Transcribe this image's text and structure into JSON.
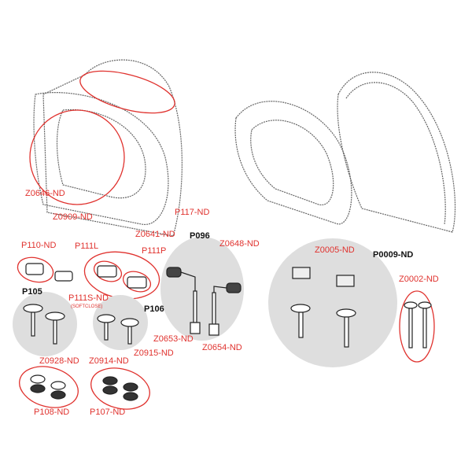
{
  "colors": {
    "accent": "#e0322e",
    "group_fill": "#dedede",
    "line": "#555555"
  },
  "labels": {
    "p117": "P117-ND",
    "z0641": "Z0641-ND",
    "z0646": "Z0646-ND",
    "z0909": "Z0909-ND",
    "p110": "P110-ND",
    "p111l": "P111L",
    "p111p": "P111P",
    "p096": "P096",
    "z0648": "Z0648-ND",
    "z0005": "Z0005-ND",
    "p0009": "P0009-ND",
    "z0002": "Z0002-ND",
    "p105": "P105",
    "p111s": "P111S-ND",
    "softclose": "(SOFTCLOSE)",
    "p106": "P106",
    "z0653": "Z0653-ND",
    "z0654": "Z0654-ND",
    "z0928": "Z0928-ND",
    "z0914": "Z0914-ND",
    "z0915": "Z0915-ND",
    "p108": "P108-ND",
    "p107": "P107-ND"
  }
}
